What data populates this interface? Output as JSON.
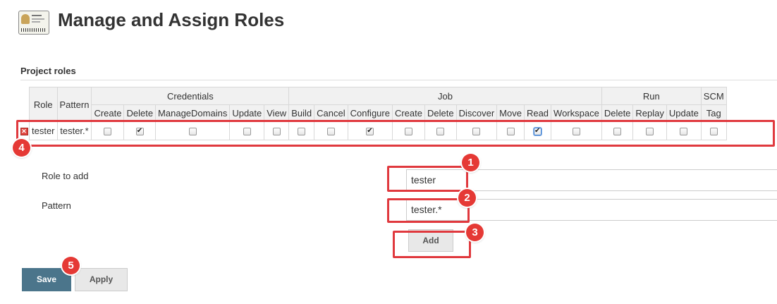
{
  "header": {
    "title": "Manage and Assign Roles",
    "icon": "id-card-icon"
  },
  "section": {
    "title": "Project roles"
  },
  "table": {
    "col_role": "Role",
    "col_pattern": "Pattern",
    "groups": [
      "Credentials",
      "Job",
      "Run",
      "SCM"
    ],
    "permissions": [
      "Create",
      "Delete",
      "ManageDomains",
      "Update",
      "View",
      "Build",
      "Cancel",
      "Configure",
      "Create",
      "Delete",
      "Discover",
      "Move",
      "Read",
      "Workspace",
      "Delete",
      "Replay",
      "Update",
      "Tag"
    ],
    "row": {
      "role": "tester",
      "pattern": "tester.*",
      "checked": [
        false,
        true,
        false,
        false,
        false,
        false,
        false,
        true,
        false,
        false,
        false,
        false,
        true,
        false,
        false,
        false,
        false,
        false
      ]
    }
  },
  "form": {
    "role_label": "Role to add",
    "role_value": "tester",
    "pattern_label": "Pattern",
    "pattern_value": "tester.*",
    "add_label": "Add"
  },
  "actions": {
    "save_label": "Save",
    "apply_label": "Apply"
  },
  "callouts": [
    "1",
    "2",
    "3",
    "4",
    "5"
  ],
  "colors": {
    "callout": "#e0393e",
    "badge": "#e53935",
    "save_button": "#4b758b"
  }
}
